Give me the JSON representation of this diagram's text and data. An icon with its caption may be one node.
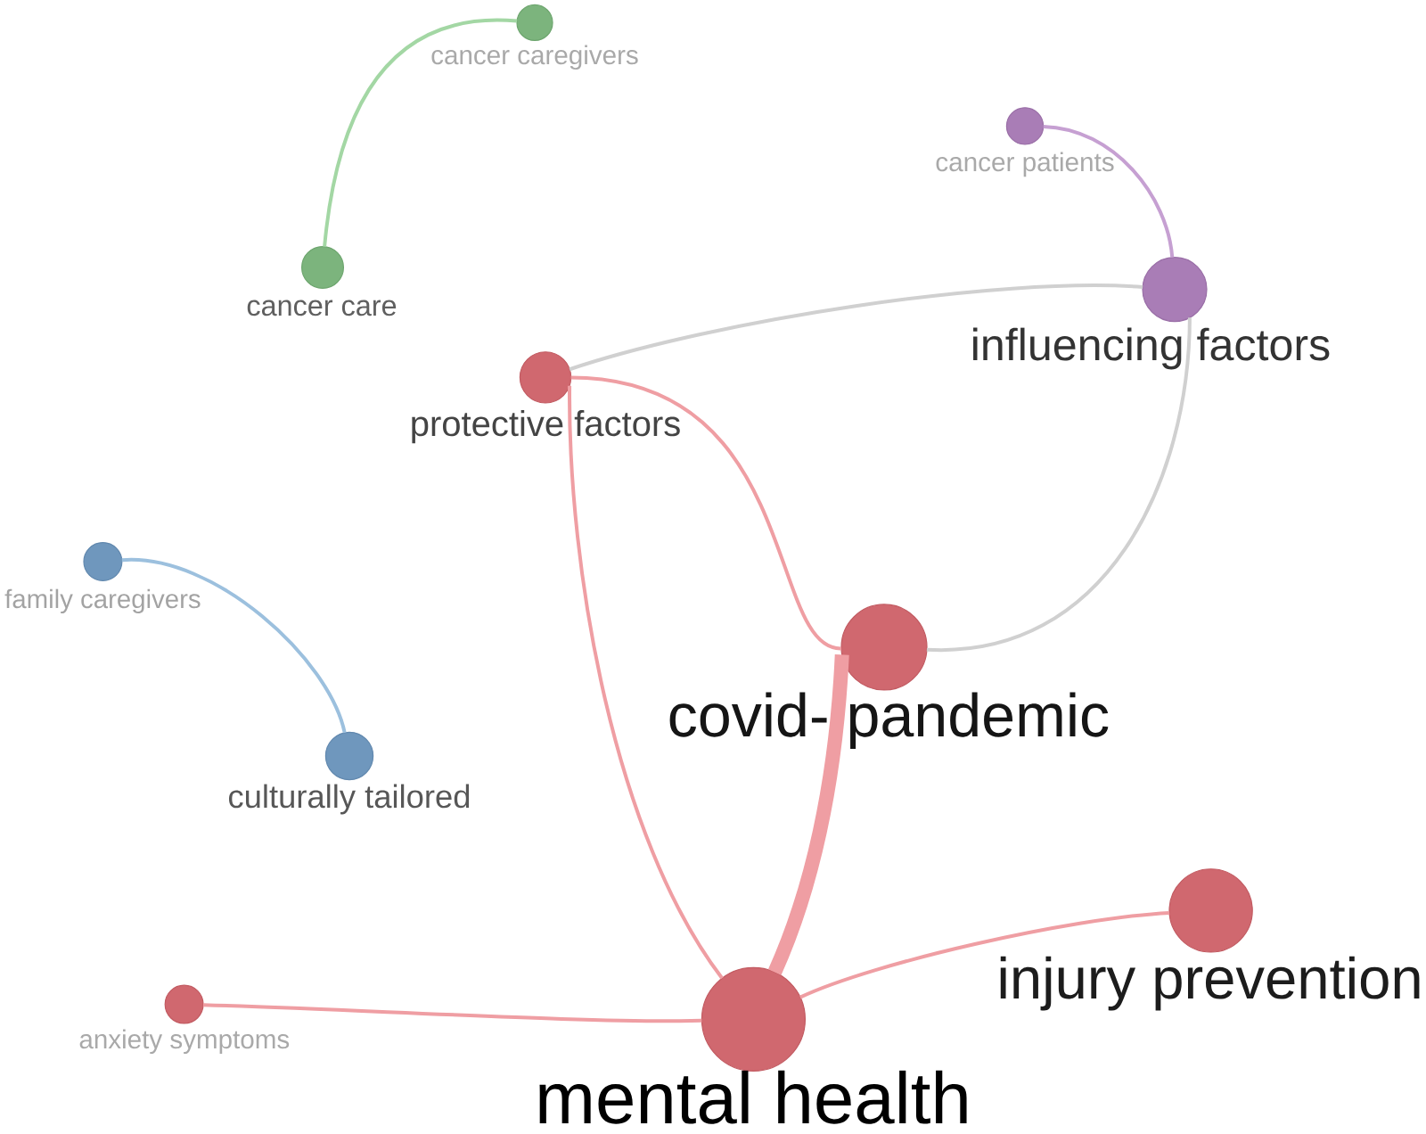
{
  "diagram": {
    "nodes": [
      {
        "text": [
          "cancer caregivers"
        ]
      },
      {
        "text": [
          "cancer patients"
        ]
      },
      {
        "text": [
          "cancer care"
        ]
      },
      {
        "text": [
          "influencing factors"
        ]
      },
      {
        "text": [
          "protective factors"
        ]
      },
      {
        "text": [
          "family caregivers"
        ]
      },
      {
        "text": [
          "covid- pandemic"
        ]
      },
      {
        "text": [
          "culturally tailored"
        ]
      },
      {
        "text": [
          "injury prevention"
        ]
      },
      {
        "text": [
          "anxiety symptoms"
        ]
      },
      {
        "text": [
          "mental health"
        ]
      }
    ],
    "edges": [
      {
        "from": 2,
        "to": 0,
        "arrow": "none",
        "color": "#a3d7a4"
      },
      {
        "from": 1,
        "to": 3,
        "arrow": "none",
        "color": "#c6a0d2"
      },
      {
        "from": 4,
        "to": 3,
        "arrow": "none",
        "color": "#d0d0d0"
      },
      {
        "from": 6,
        "to": 3,
        "arrow": "none",
        "color": "#d0d0d0"
      },
      {
        "from": 4,
        "to": 6,
        "arrow": "none"
      },
      {
        "from": 4,
        "to": 10,
        "arrow": "none"
      },
      {
        "from": 6,
        "to": 10,
        "arrow": "none",
        "style": "thick"
      },
      {
        "from": 5,
        "to": 7,
        "arrow": "none",
        "color": "#9cc0de"
      },
      {
        "from": 9,
        "to": 10,
        "arrow": "none"
      },
      {
        "from": 10,
        "to": 8,
        "arrow": "none"
      }
    ]
  }
}
